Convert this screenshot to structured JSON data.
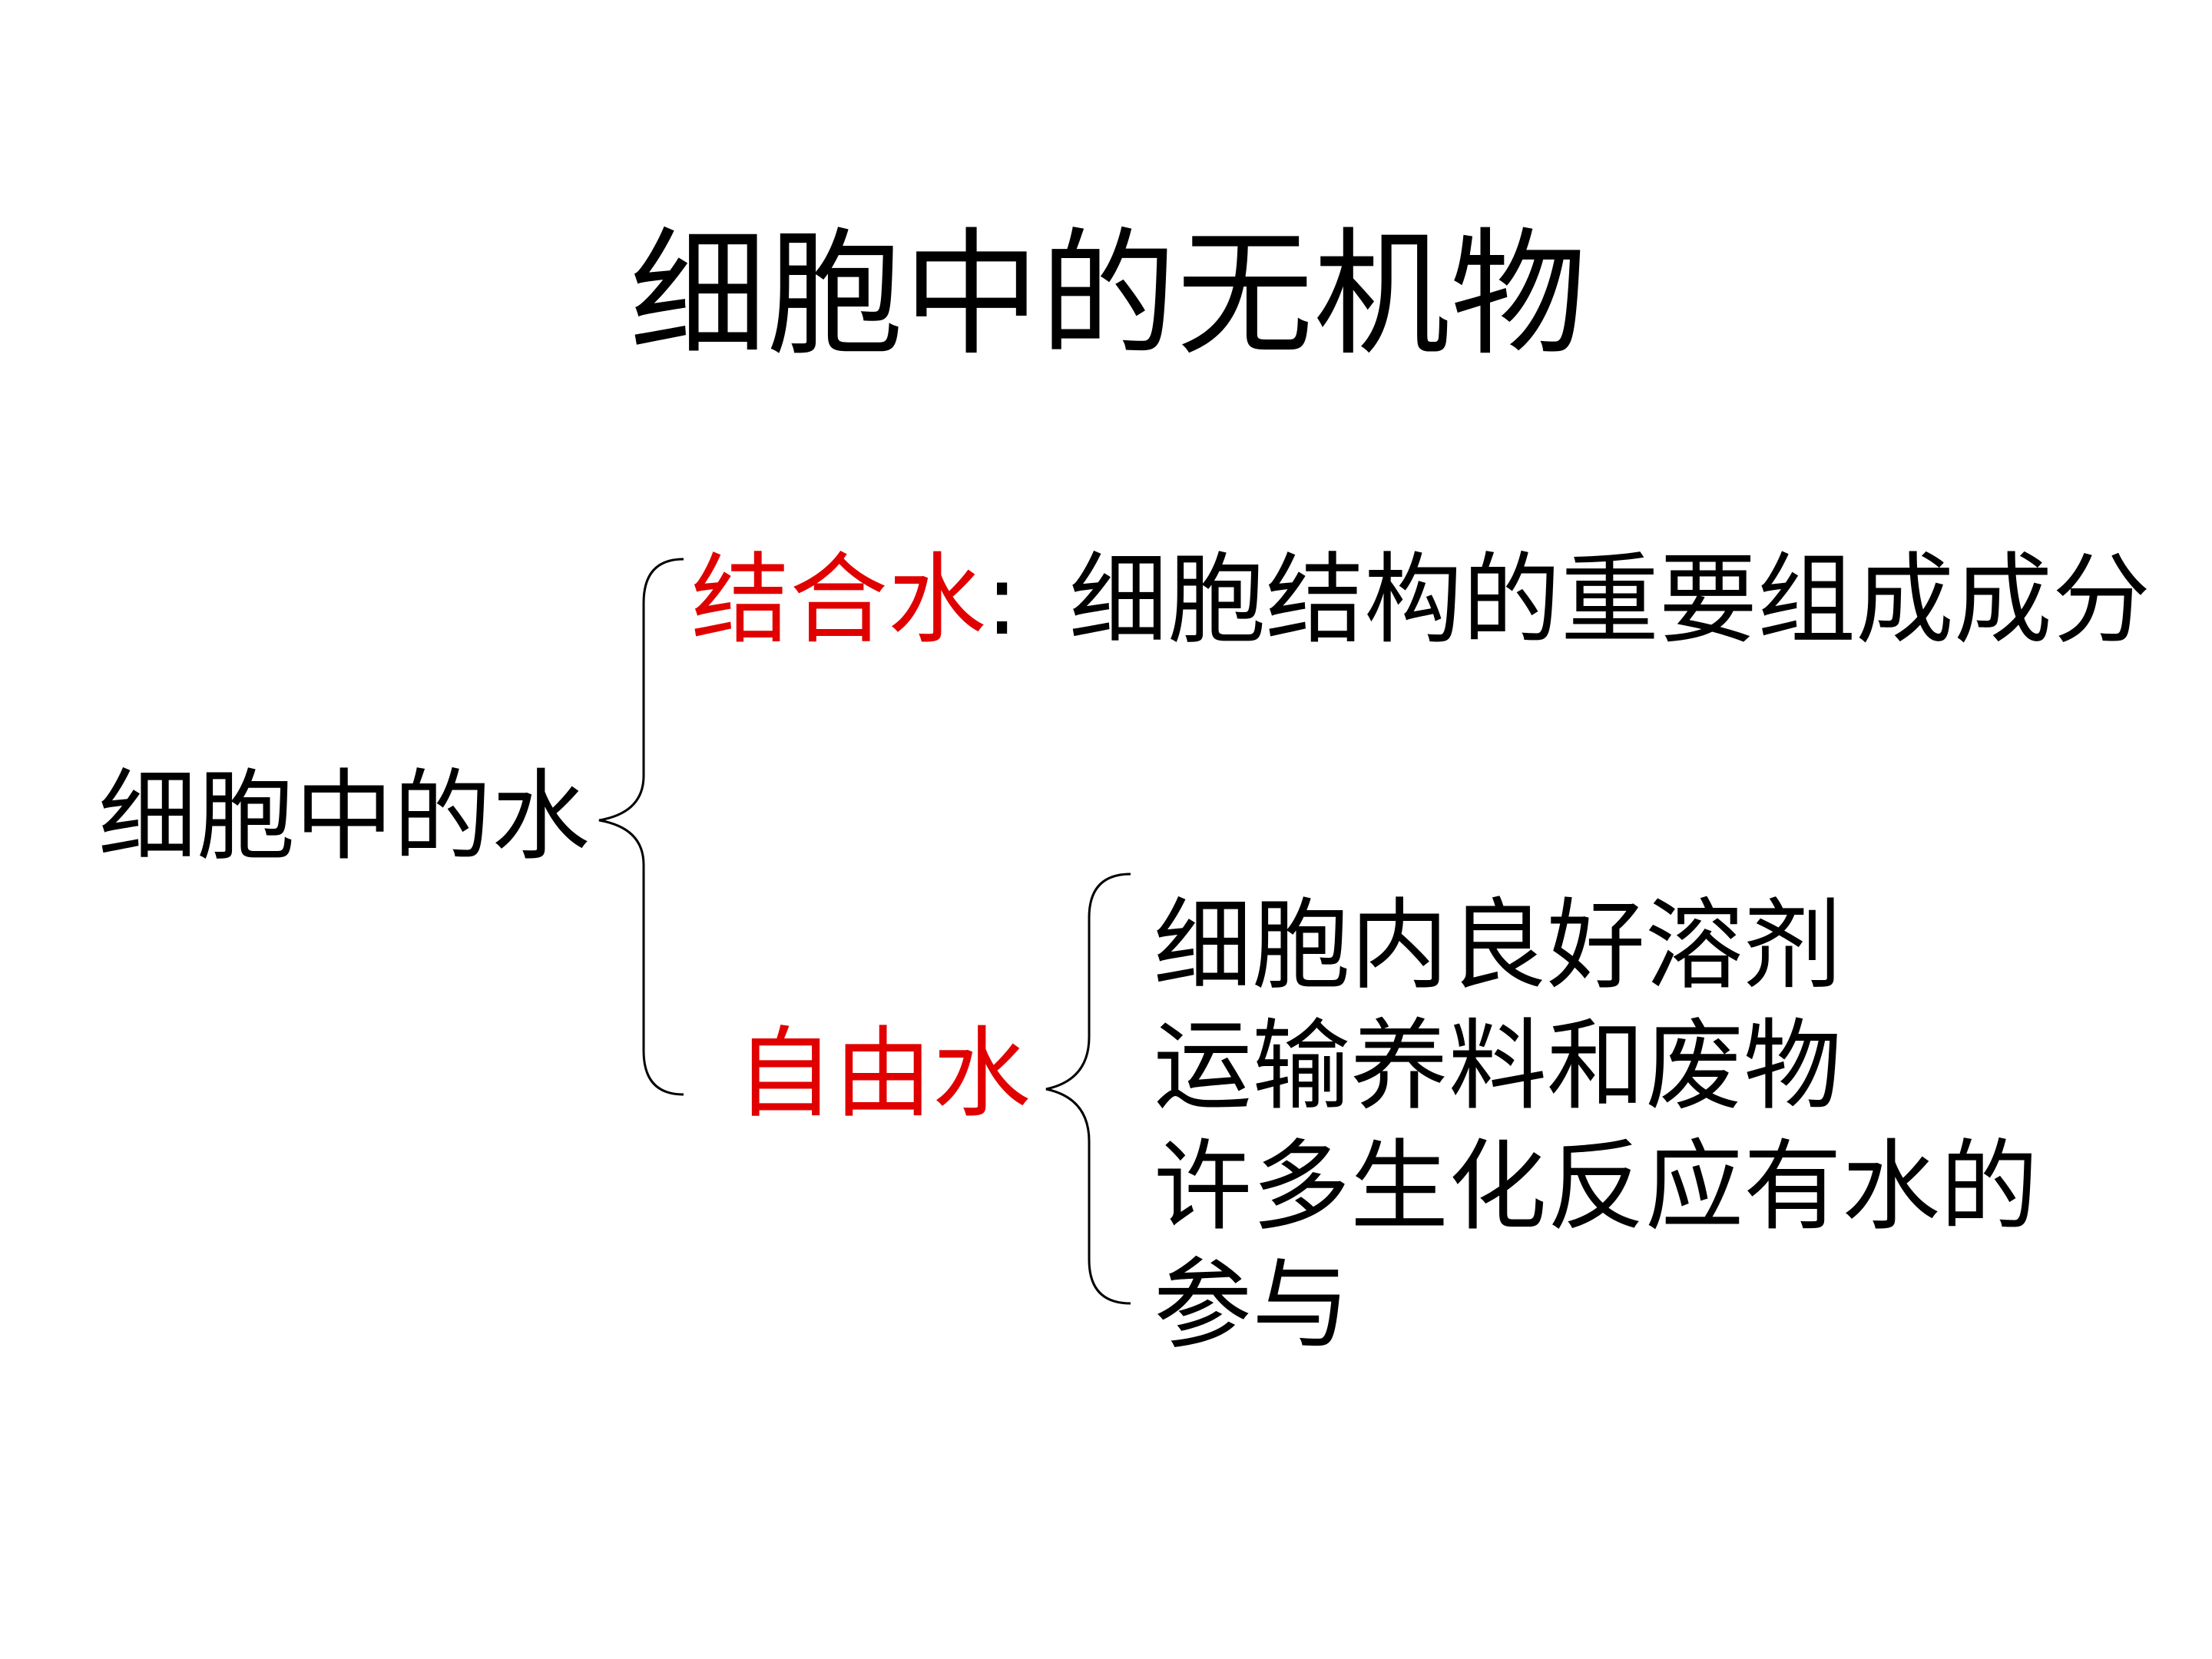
{
  "title": "细胞中的无机物",
  "root": "细胞中的水",
  "branches": {
    "bound_water": {
      "label": "结合水",
      "separator": ":",
      "description": "细胞结构的重要组成成分"
    },
    "free_water": {
      "label": "自由水",
      "functions": [
        "细胞内良好溶剂",
        "运输养料和废物",
        "许多生化反应有水的",
        "参与"
      ]
    }
  },
  "colors": {
    "label_accent": "#e00000",
    "text": "#000000",
    "background": "#ffffff"
  }
}
